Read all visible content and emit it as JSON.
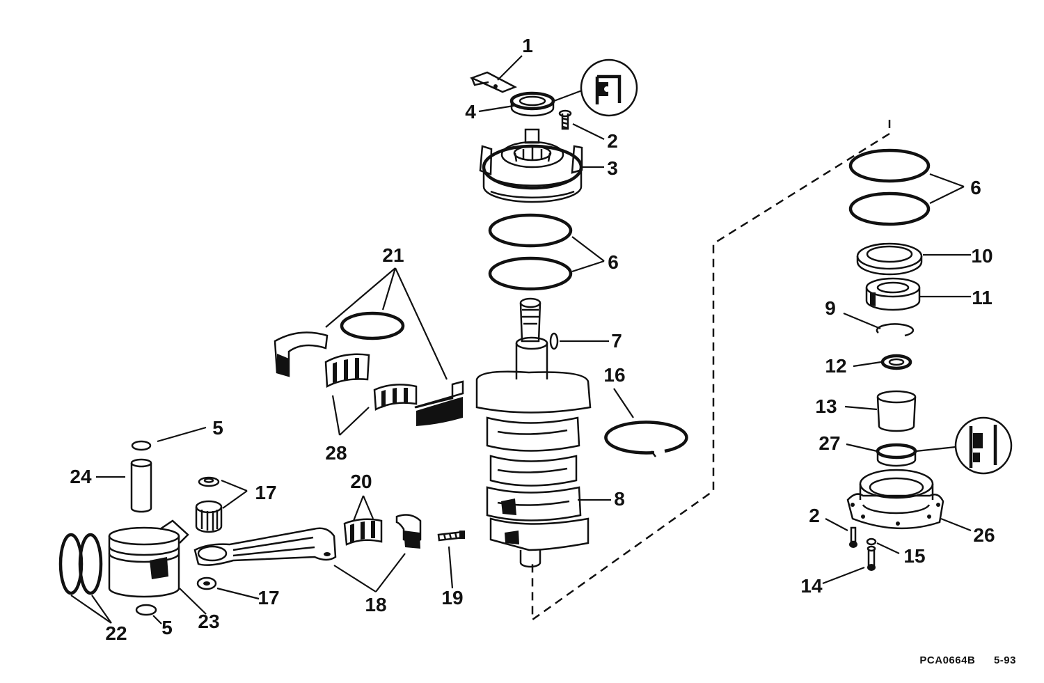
{
  "diagram": {
    "callouts": [
      {
        "label": "1"
      },
      {
        "label": "2"
      },
      {
        "label": "3"
      },
      {
        "label": "4"
      },
      {
        "label": "6"
      },
      {
        "label": "6"
      },
      {
        "label": "10"
      },
      {
        "label": "11"
      },
      {
        "label": "9"
      },
      {
        "label": "7"
      },
      {
        "label": "21"
      },
      {
        "label": "16"
      },
      {
        "label": "12"
      },
      {
        "label": "13"
      },
      {
        "label": "27"
      },
      {
        "label": "28"
      },
      {
        "label": "5"
      },
      {
        "label": "24"
      },
      {
        "label": "17"
      },
      {
        "label": "20"
      },
      {
        "label": "8"
      },
      {
        "label": "2"
      },
      {
        "label": "26"
      },
      {
        "label": "15"
      },
      {
        "label": "14"
      },
      {
        "label": "17"
      },
      {
        "label": "18"
      },
      {
        "label": "19"
      },
      {
        "label": "22"
      },
      {
        "label": "5"
      },
      {
        "label": "23"
      }
    ]
  },
  "footer": {
    "drawing_number": "PCA0664B",
    "date": "5-93"
  }
}
